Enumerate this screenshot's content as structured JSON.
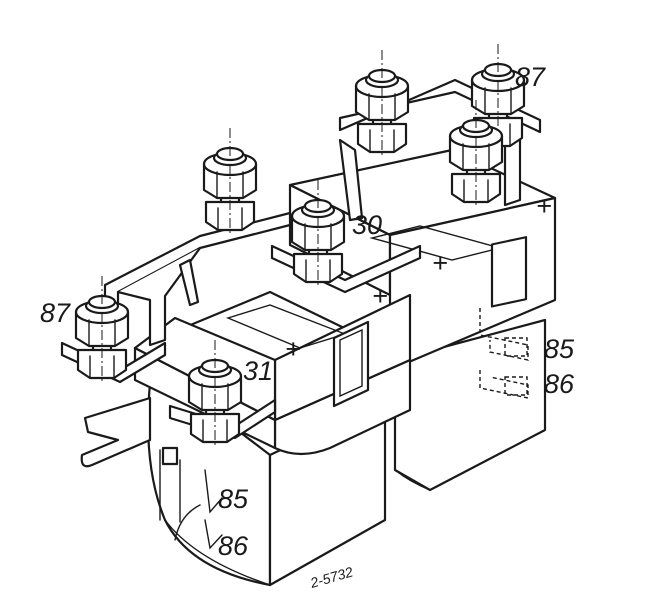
{
  "labels": {
    "t87_left": "87",
    "t87_right": "87",
    "t30": "30",
    "t31": "31",
    "t85_left": "85",
    "t86_left": "86",
    "t85_right": "85",
    "t86_right": "86"
  },
  "drawing_code": "2-5732",
  "polarity_symbol": "+",
  "colors": {
    "ink": "#1a1a1a",
    "paper": "#ffffff"
  }
}
